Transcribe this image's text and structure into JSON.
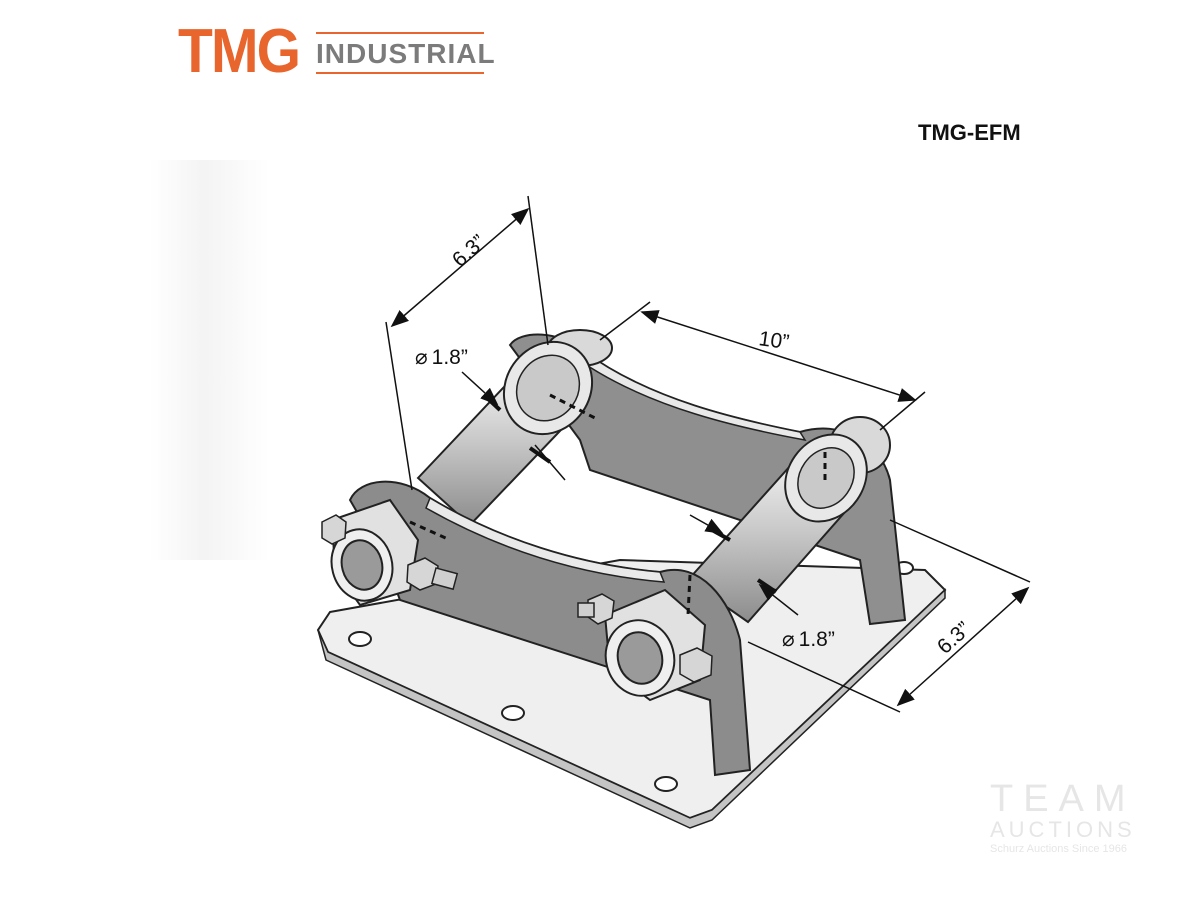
{
  "logo": {
    "mark": "TMG",
    "name": "INDUSTRIAL",
    "colors": {
      "mark": "#e8662d",
      "name": "#7b7b7b"
    }
  },
  "model_code": "TMG-EFM",
  "dimensions": {
    "width_top": "6.3”",
    "length": "10”",
    "pin_dia_left": "1.8”",
    "pin_dia_right": "1.8”",
    "width_bottom": "6.3”"
  },
  "watermark": {
    "line1": "TEAM",
    "line2": "AUCTIONS",
    "tagline": "Schurz Auctions Since 1966"
  }
}
